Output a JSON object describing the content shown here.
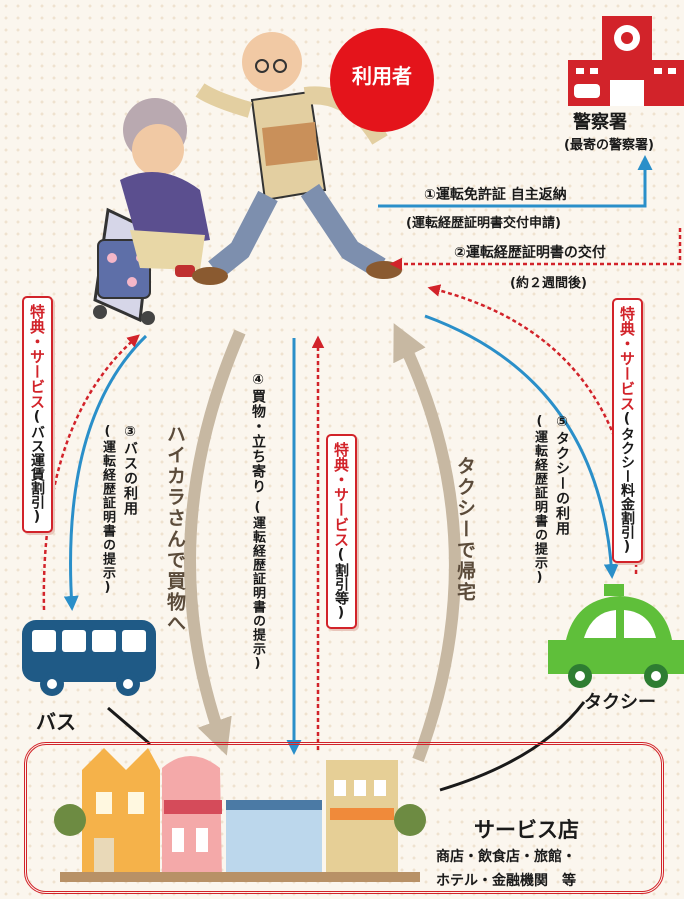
{
  "user_badge": "利用者",
  "police": {
    "label": "警察署",
    "sublabel": "(最寄の警察署)"
  },
  "steps": {
    "step1_line1": "①運転免許証 自主返納",
    "step1_line2": "(運転経歴証明書交付申請)",
    "step2_line1": "②運転経歴証明書の交付",
    "step2_line2": "(約２週間後)",
    "step3_title": "③バスの利用",
    "step3_sub": "(運転経歴証明書の提示)",
    "step4_title": "④買物・立ち寄り",
    "step4_sub": "(運転経歴証明書の提示)",
    "step5_title": "⑤タクシーの利用",
    "step5_sub": "(運転経歴証明書の提示)"
  },
  "benefits": {
    "bus_title": "特典・サービス",
    "bus_sub": "(バス運賃割引)",
    "shop_title": "特典・サービス",
    "shop_sub": "(割引等)",
    "taxi_title": "特典・サービス",
    "taxi_sub": "(タクシー料金割引)"
  },
  "flows": {
    "haikara": "ハイカラさんで買物へ",
    "taxi_home": "タクシーで帰宅"
  },
  "bus_label": "バス",
  "taxi_label": "タクシー",
  "service": {
    "title": "サービス店",
    "line1": "商店・飲食店・旅館・",
    "line2": "ホテル・金融機関　等"
  },
  "colors": {
    "red": "#d2232a",
    "blue": "#2a8fc9",
    "beige": "#c7b8a2",
    "green": "#5fbf3a",
    "bus_blue": "#1f5a86",
    "background": "#fbf6ee"
  }
}
